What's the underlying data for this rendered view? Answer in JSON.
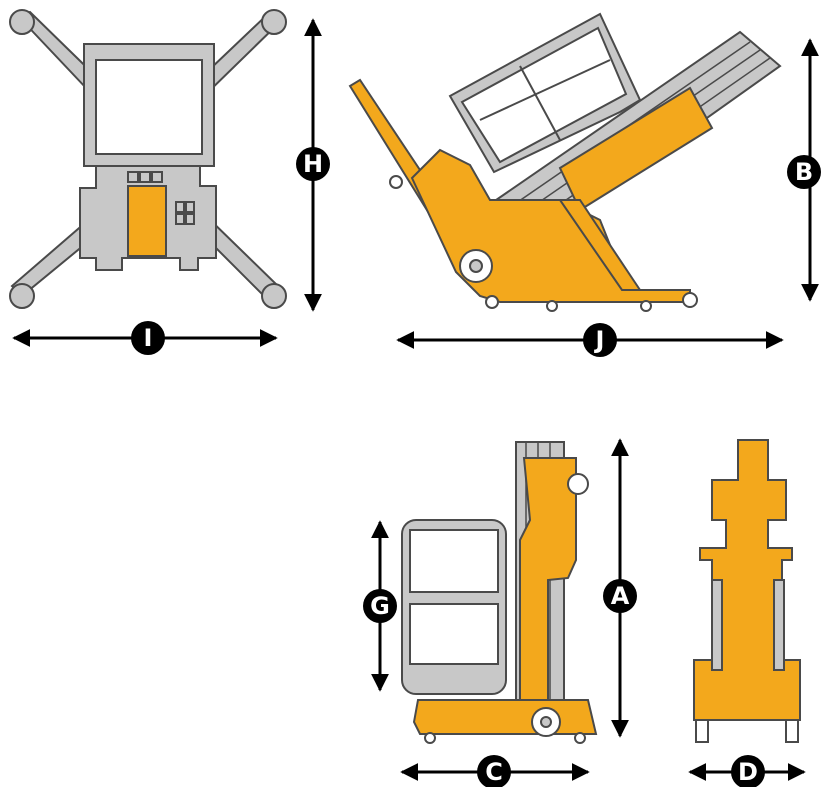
{
  "colors": {
    "machine_yellow": "#f3a81c",
    "chassis_gray": "#c8c8c8",
    "outline": "#4a4a4a",
    "badge": "#000000",
    "badge_text": "#ffffff",
    "dimension_line": "#000000"
  },
  "dimensions": {
    "A": {
      "letter": "A"
    },
    "B": {
      "letter": "B"
    },
    "C": {
      "letter": "C"
    },
    "D": {
      "letter": "D"
    },
    "G": {
      "letter": "G"
    },
    "H": {
      "letter": "H"
    },
    "I": {
      "letter": "I"
    },
    "J": {
      "letter": "J"
    }
  }
}
